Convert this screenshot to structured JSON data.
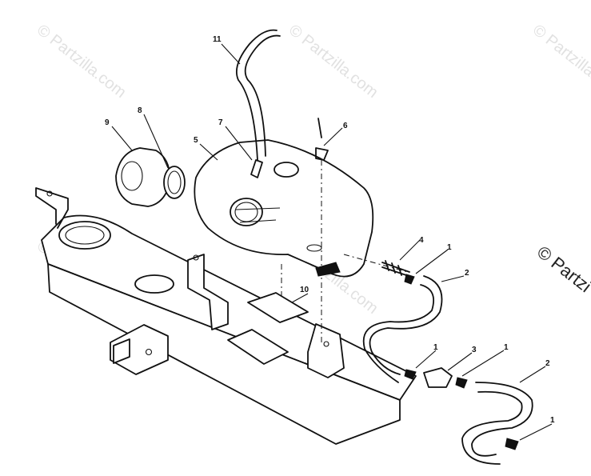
{
  "watermark": {
    "text": "© Partzilla.com",
    "edge_text": "© Partzi"
  },
  "callouts": {
    "c1a": "1",
    "c1b": "1",
    "c1c": "1",
    "c1d": "1",
    "c2a": "2",
    "c2b": "2",
    "c3": "3",
    "c4": "4",
    "c5": "5",
    "c6": "6",
    "c7": "7",
    "c8": "8",
    "c9": "9",
    "c10": "10",
    "c11": "11"
  }
}
